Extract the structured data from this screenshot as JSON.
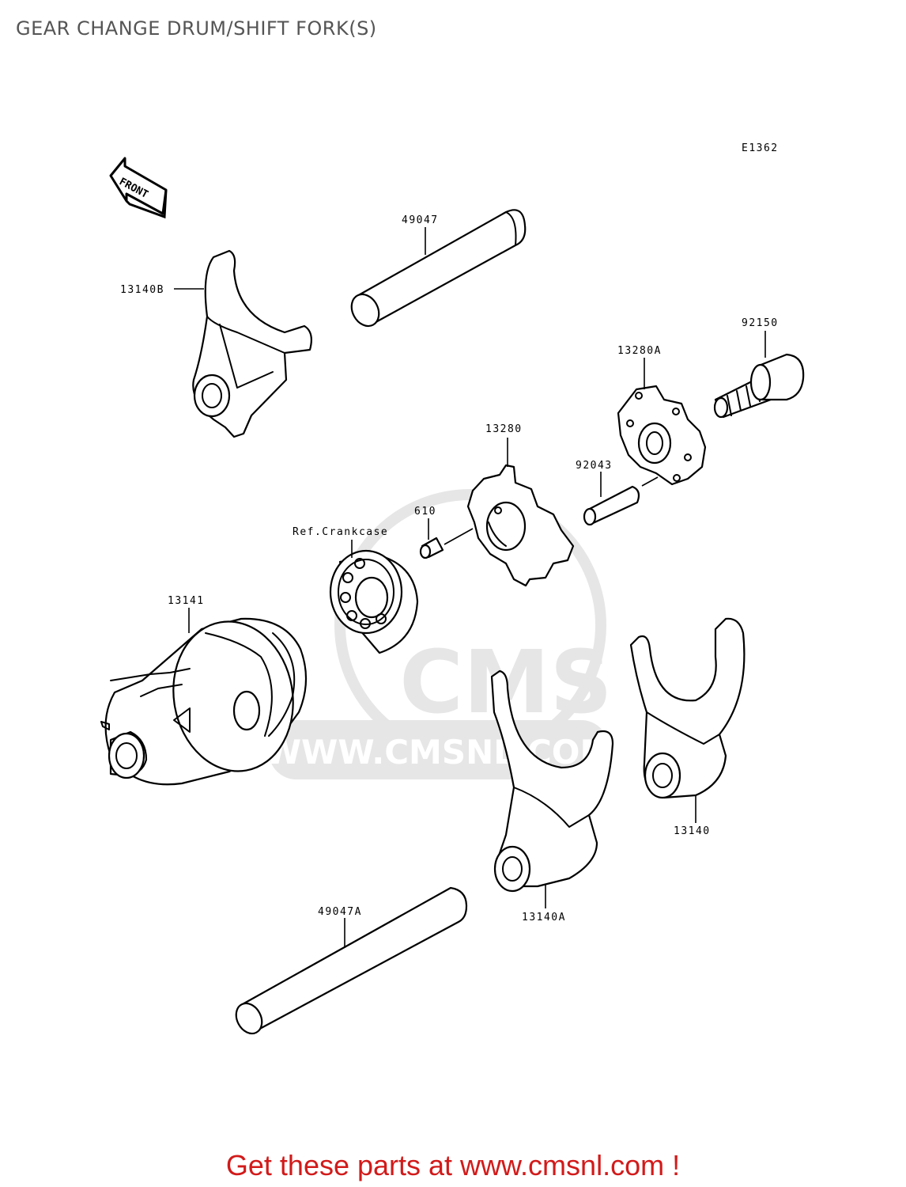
{
  "page": {
    "title": "GEAR CHANGE DRUM/SHIFT FORK(S)",
    "diagram_code": "E1362",
    "front_label": "FRONT",
    "watermark_text": "CMS",
    "watermark_url": "WWW.CMSNL.COM",
    "footer_text": "Get these parts at www.cmsnl.com !",
    "footer_color": "#d21a1a",
    "title_color": "#555555"
  },
  "parts": {
    "p13140B": "13140B",
    "p49047": "49047",
    "p92150": "92150",
    "p13280A": "13280A",
    "p13280": "13280",
    "p92043": "92043",
    "p610": "610",
    "crankcase": "Ref.Crankcase",
    "p13141": "13141",
    "p13140": "13140",
    "p13140A": "13140A",
    "p49047A": "49047A"
  }
}
